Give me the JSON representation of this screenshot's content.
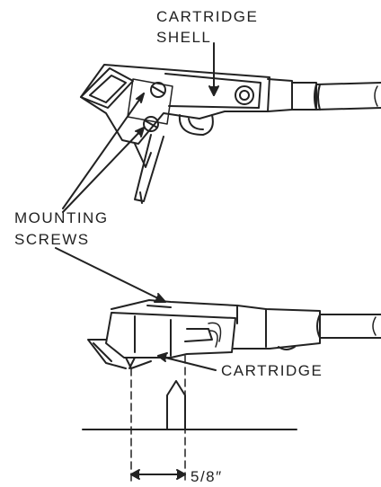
{
  "labels": {
    "cartridge_shell_line1": "CARTRIDGE",
    "cartridge_shell_line2": "SHELL",
    "mounting_screws_line1": "MOUNTING",
    "mounting_screws_line2": "SCREWS",
    "cartridge": "CARTRIDGE",
    "dimension": "5/8″"
  },
  "colors": {
    "ink": "#222222",
    "background": "#ffffff"
  }
}
